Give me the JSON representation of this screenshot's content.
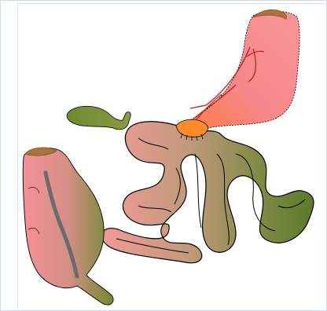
{
  "figure": {
    "organs": [
      {
        "name": "stomach",
        "icon": "stomach-icon",
        "color": "#f08a86"
      },
      {
        "name": "gallbladder",
        "icon": "gallbladder-icon",
        "color": "#6f8a2f"
      },
      {
        "name": "small-intestine",
        "icon": "intestine-icon",
        "color": "#c98f7f"
      },
      {
        "name": "cecum",
        "icon": "cecum-icon",
        "color": "#e58f8d"
      }
    ],
    "colors": {
      "frame_border": "#c9dcef",
      "outline": "#000000",
      "vessel": "#c42020",
      "pylorus": "#ff8a2a",
      "fold_line": "#6b6b6b"
    }
  }
}
